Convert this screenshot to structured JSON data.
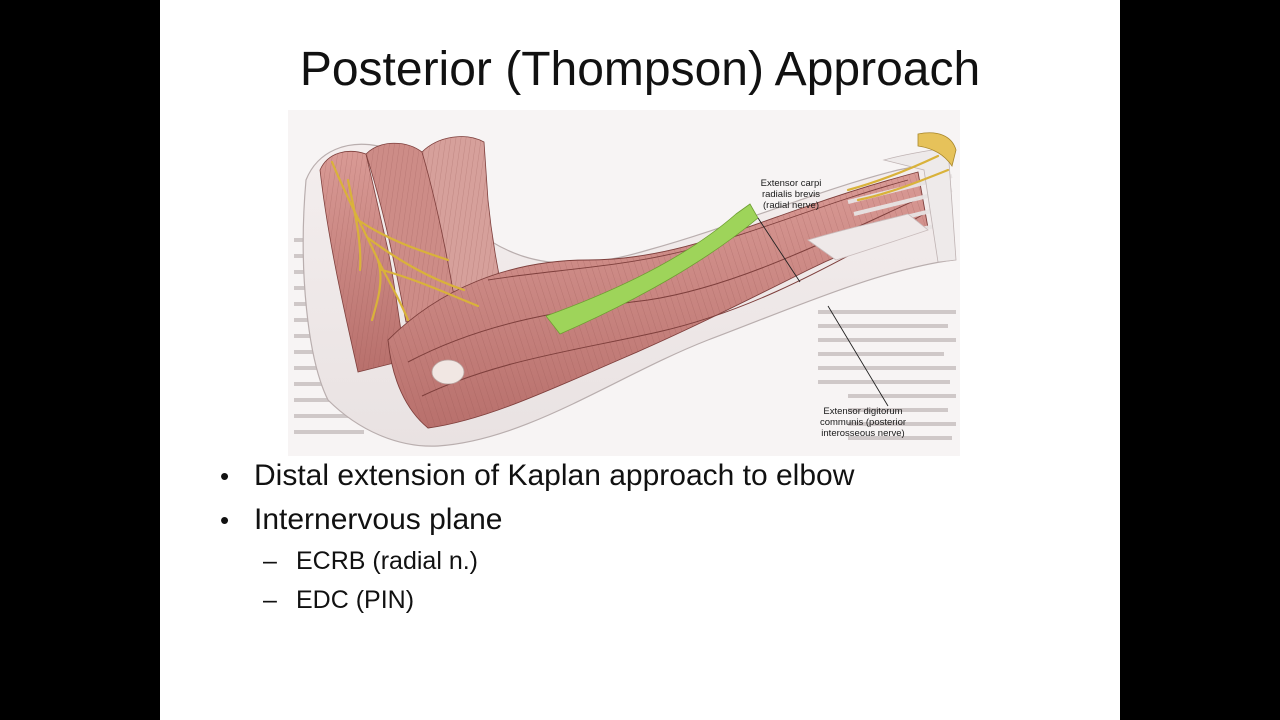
{
  "slide": {
    "title": "Posterior (Thompson) Approach",
    "figure": {
      "label_ecrb": [
        "Extensor carpi",
        "radialis brevis",
        "(radial nerve)"
      ],
      "label_edc": [
        "Extensor digitorum",
        "communis (posterior",
        "interosseous nerve)"
      ],
      "highlight_color": "#9ed45a",
      "muscle_color": "#c98a86",
      "nerve_color": "#d9b23a"
    },
    "bullets": [
      {
        "text": "Distal extension of Kaplan approach to elbow",
        "subitems": []
      },
      {
        "text": "Internervous plane",
        "subitems": [
          "ECRB (radial n.)",
          "EDC (PIN)"
        ]
      }
    ],
    "bullet_glyph": "•",
    "sub_glyph": "–"
  }
}
